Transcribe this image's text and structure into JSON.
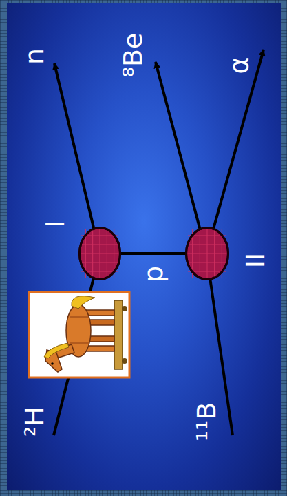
{
  "diagram": {
    "nodes": [
      {
        "text": [
          "I"
        ]
      },
      {
        "text": [
          "II"
        ]
      }
    ],
    "edges": [
      {
        "from": 0,
        "to": 1,
        "label": "p",
        "arrow": "none"
      }
    ],
    "labels": [
      "²H",
      "n",
      "¹¹B",
      "⁸Be",
      "α"
    ]
  }
}
